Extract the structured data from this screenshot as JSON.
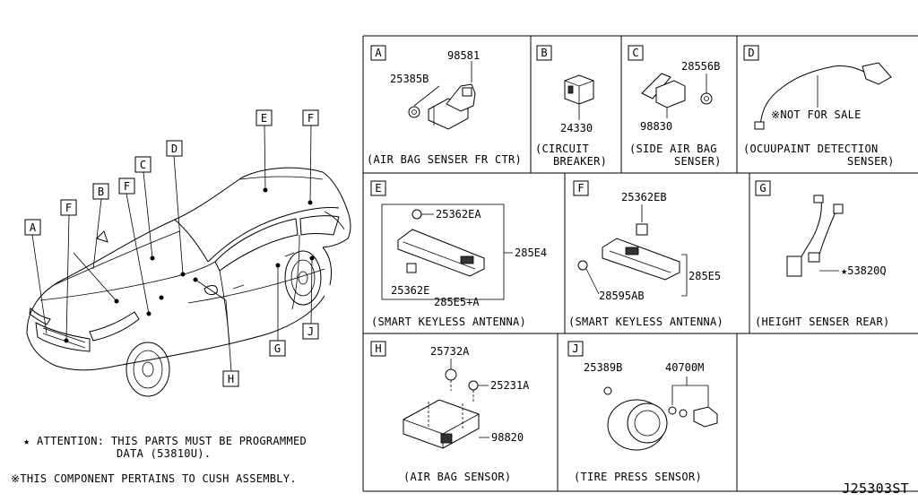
{
  "car": {
    "callouts": [
      "A",
      "F",
      "B",
      "F",
      "C",
      "D",
      "E",
      "F",
      "G",
      "J",
      "H"
    ]
  },
  "notes": {
    "attention_line1": "★ ATTENTION: THIS PARTS MUST BE PROGRAMMED",
    "attention_line2": "DATA (53810U).",
    "cush_note": "※THIS COMPONENT PERTAINS TO CUSH ASSEMBLY."
  },
  "diagram_code": "J25303ST",
  "panels": {
    "A": {
      "letter": "A",
      "parts": [
        "98581",
        "25385B"
      ],
      "caption": "(AIR BAG SENSER FR CTR)"
    },
    "B": {
      "letter": "B",
      "parts": [
        "24330"
      ],
      "caption_line1": "(CIRCUIT",
      "caption_line2": "BREAKER)"
    },
    "C": {
      "letter": "C",
      "parts": [
        "28556B",
        "98830"
      ],
      "caption_line1": "(SIDE AIR BAG",
      "caption_line2": "SENSER)"
    },
    "D": {
      "letter": "D",
      "note": "※NOT FOR SALE",
      "caption_line1": "(OCUUPAINT DETECTION",
      "caption_line2": "SENSER)"
    },
    "E": {
      "letter": "E",
      "parts": [
        "25362EA",
        "285E4",
        "25362E",
        "285E5+A"
      ],
      "caption": "(SMART KEYLESS ANTENNA)"
    },
    "F": {
      "letter": "F",
      "parts": [
        "25362EB",
        "285E5",
        "28595AB"
      ],
      "caption": "(SMART KEYLESS ANTENNA)"
    },
    "G": {
      "letter": "G",
      "parts": [
        "★53820Q"
      ],
      "caption": "(HEIGHT SENSER REAR)"
    },
    "H": {
      "letter": "H",
      "parts": [
        "25732A",
        "25231A",
        "98820"
      ],
      "caption": "(AIR BAG SENSOR)"
    },
    "J": {
      "letter": "J",
      "parts": [
        "25389B",
        "40700M"
      ],
      "caption": "(TIRE PRESS SENSOR)"
    }
  }
}
